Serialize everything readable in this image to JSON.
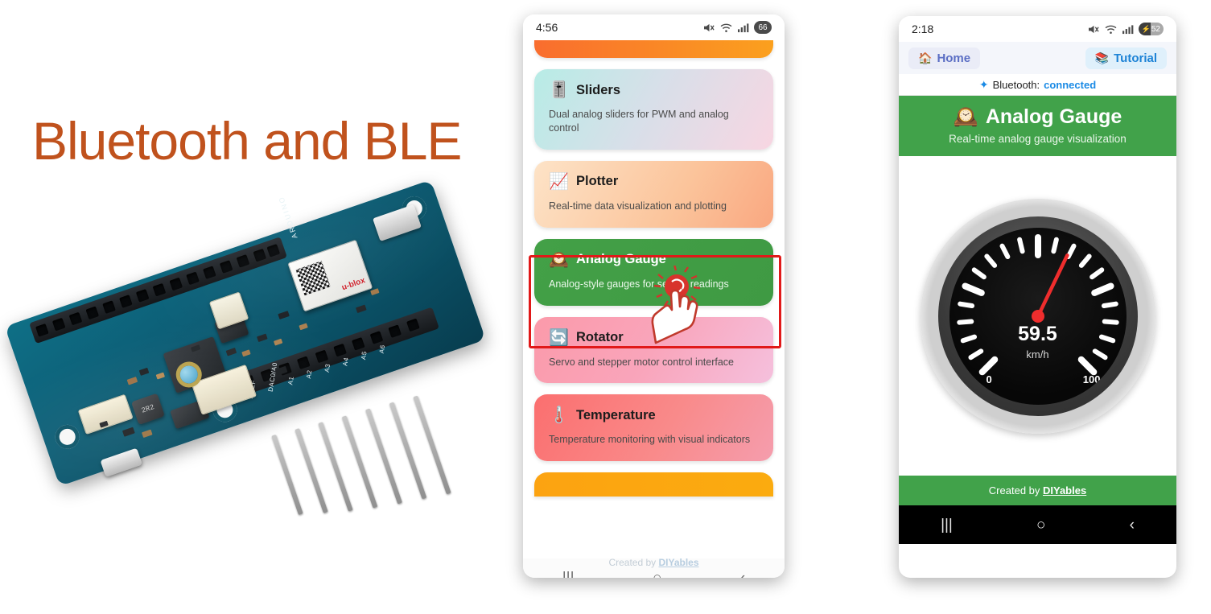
{
  "hero": {
    "title": "Bluetooth and BLE",
    "title_color": "#c0521d",
    "board_silk": {
      "brand": "ARDUINO",
      "module": "u-blox",
      "pins": [
        "AREF",
        "DAC0/A0",
        "A1",
        "A2",
        "A3",
        "A4",
        "A5",
        "A6"
      ],
      "inductor_code": "2R2"
    }
  },
  "phone_middle": {
    "statusbar": {
      "clock": "4:56",
      "icons": [
        "mute-icon",
        "wifi-icon",
        "signal-icon"
      ],
      "battery": "66"
    },
    "cards": [
      {
        "emoji": "",
        "title": "",
        "desc": "",
        "clipped": "top",
        "gradient": "linear-gradient(90deg,#f96d2e,#fba01e)"
      },
      {
        "emoji": "🎚️",
        "title": "Sliders",
        "desc": "Dual analog sliders for PWM and analog control",
        "gradient": "linear-gradient(120deg,#b7ece6 0%,#d8dfe9 48%,#f8d6e2 100%)"
      },
      {
        "emoji": "📈",
        "title": "Plotter",
        "desc": "Real-time data visualization and plotting",
        "gradient": "linear-gradient(120deg,#fde3c7 0%,#fbc49b 60%,#f9a780 100%)"
      },
      {
        "emoji": "🕰️",
        "title": "Analog Gauge",
        "desc": "Analog-style gauges for sensor readings",
        "selected": true,
        "gradient": "linear-gradient(120deg,#43a047,#3f9a43)"
      },
      {
        "emoji": "🔄",
        "title": "Rotator",
        "desc": "Servo and stepper motor control interface",
        "gradient": "linear-gradient(120deg,#fb9aaa 0%,#f9a5bb 50%,#f5c0dd 100%)"
      },
      {
        "emoji": "🌡️",
        "title": "Temperature",
        "desc": "Temperature monitoring with visual indicators",
        "gradient": "linear-gradient(120deg,#fb6f6f 0%,#f98a8a 55%,#f59dad 100%)"
      },
      {
        "emoji": "",
        "title": "",
        "desc": "",
        "clipped": "bottom",
        "gradient": "linear-gradient(90deg,#fca311,#fbab0f)"
      }
    ],
    "ghost_footer": {
      "prefix": "Created by ",
      "brand": "DIYables"
    },
    "navbar": {
      "recents": "|||",
      "home": "○",
      "back": "‹"
    },
    "selection": {
      "highlight_color": "#e11919",
      "target": "Analog Gauge"
    }
  },
  "phone_right": {
    "statusbar": {
      "clock": "2:18",
      "icons": [
        "mute-icon",
        "wifi-icon",
        "signal-icon"
      ],
      "battery": "52",
      "charging": true
    },
    "topbar": {
      "home": {
        "emoji": "🏠",
        "label": "Home"
      },
      "tutorial": {
        "emoji": "📚",
        "label": "Tutorial"
      }
    },
    "bluetooth": {
      "icon": "bluetooth-icon",
      "label": "Bluetooth:",
      "value": "connected",
      "value_color": "#1a8ae5"
    },
    "header": {
      "emoji": "🕰️",
      "title": "Analog Gauge",
      "subtitle": "Real-time analog gauge visualization",
      "bg": "#41a24a"
    },
    "gauge": {
      "value": "59.5",
      "unit": "km/h",
      "min": "0",
      "max": "100",
      "needle_color": "#ef2d2d",
      "tick_count": 21
    },
    "footer": {
      "prefix": "Created by ",
      "brand": "DIYables"
    },
    "navbar": {
      "recents": "|||",
      "home": "○",
      "back": "‹"
    }
  },
  "chart_data": {
    "type": "gauge",
    "title": "Analog Gauge",
    "value": 59.5,
    "unit": "km/h",
    "min": 0,
    "max": 100,
    "ticks": [
      0,
      5,
      10,
      15,
      20,
      25,
      30,
      35,
      40,
      45,
      50,
      55,
      60,
      65,
      70,
      75,
      80,
      85,
      90,
      95,
      100
    ],
    "labels": [
      "0",
      "100"
    ],
    "sweep_degrees": 270,
    "needle_angle_deg": 25.65
  }
}
